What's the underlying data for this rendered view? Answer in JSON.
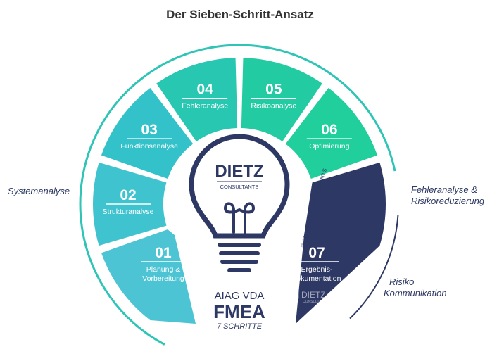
{
  "title": "Der Sieben-Schritt-Ansatz",
  "left_label": "Systemanalyse",
  "right_label": [
    "Fehleranalyse &",
    "Risikoreduzierung"
  ],
  "bottom_right_label": [
    "Risiko",
    "Kommunikation"
  ],
  "steps": [
    {
      "num": "01",
      "label": [
        "Planung &",
        "Vorbereitung"
      ],
      "color": "#4cc4d4"
    },
    {
      "num": "02",
      "label": [
        "Strukturanalyse"
      ],
      "color": "#3fc3cf"
    },
    {
      "num": "03",
      "label": [
        "Funktionsanalyse"
      ],
      "color": "#33c2ca"
    },
    {
      "num": "04",
      "label": [
        "Fehleranalyse"
      ],
      "color": "#28c7b1"
    },
    {
      "num": "05",
      "label": [
        "Risikoanalyse"
      ],
      "color": "#23cba3"
    },
    {
      "num": "06",
      "label": [
        "Optimierung"
      ],
      "color": "#20cf9c"
    },
    {
      "num": "07",
      "label": [
        "Ergebnis-",
        "dokumentation"
      ],
      "color": "#2d3864"
    }
  ],
  "center": {
    "brand": "DIETZ",
    "brand_sub": "CONSULTANTS",
    "standard": "AIAG VDA",
    "method": "FMEA",
    "subtitle": "7 SCHRITTE",
    "copyright": "© 2019 DIETZ CONSULTANTS",
    "watermark": "DIETZ",
    "watermark_sub": "CONSULTANTS"
  },
  "colors": {
    "navy": "#2d3864",
    "arc": "#2ec4b6",
    "arc_dark": "#2d3864",
    "text_dark": "#333333"
  }
}
